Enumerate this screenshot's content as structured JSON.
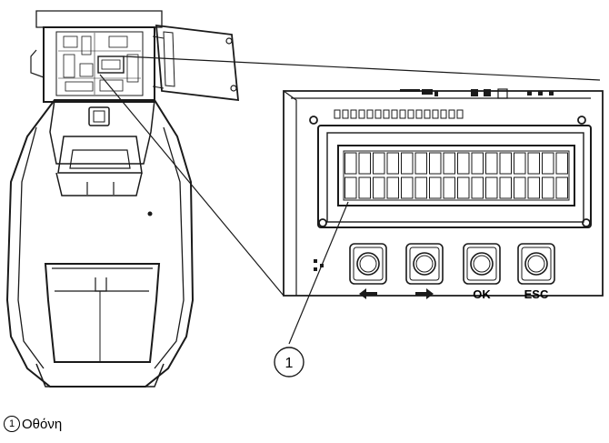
{
  "callout": {
    "number": "1"
  },
  "buttons": [
    {
      "id": "left",
      "label": "",
      "icon": "arrow-left-icon"
    },
    {
      "id": "right",
      "label": "",
      "icon": "arrow-right-icon"
    },
    {
      "id": "ok",
      "label": "OK",
      "icon": ""
    },
    {
      "id": "esc",
      "label": "ESC",
      "icon": ""
    }
  ],
  "legend": {
    "number": "1",
    "text": "Οθόνη"
  },
  "colors": {
    "line": "#1a1a1a",
    "background": "#ffffff"
  }
}
